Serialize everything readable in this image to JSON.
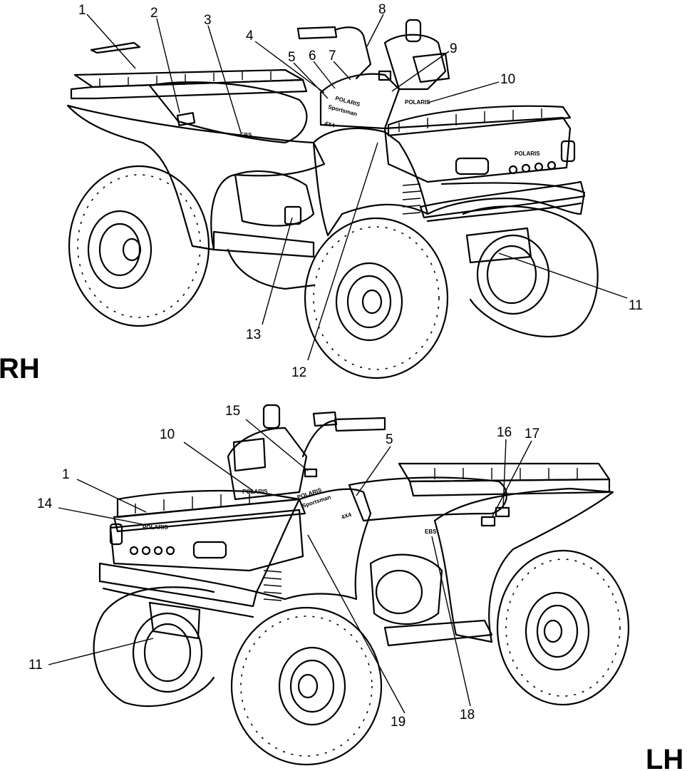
{
  "views": [
    {
      "side_label": "RH",
      "callouts": [
        "1",
        "2",
        "3",
        "4",
        "5",
        "6",
        "7",
        "8",
        "9",
        "10",
        "11",
        "12",
        "13"
      ]
    },
    {
      "side_label": "LH",
      "callouts": [
        "15",
        "10",
        "5",
        "1",
        "14",
        "11",
        "16",
        "17",
        "18",
        "19"
      ]
    }
  ],
  "decals": {
    "brand": "POLARIS",
    "model": "Sportsman",
    "drive": "4X4",
    "ebs": "EBS"
  }
}
